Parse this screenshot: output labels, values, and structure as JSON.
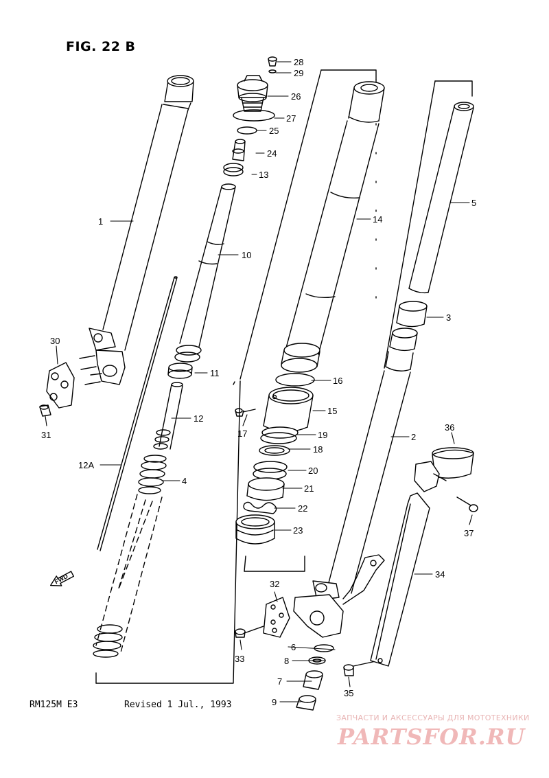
{
  "figure": {
    "title": "FIG. 22 B",
    "fwd_label": "FWD"
  },
  "callouts": [
    "1",
    "2",
    "3",
    "4",
    "5",
    "6",
    "7",
    "8",
    "9",
    "10",
    "11",
    "12",
    "12A",
    "13",
    "14",
    "15",
    "16",
    "17",
    "18",
    "19",
    "20",
    "21",
    "22",
    "23",
    "24",
    "25",
    "26",
    "27",
    "28",
    "29",
    "30",
    "31",
    "32",
    "33",
    "34",
    "35",
    "36",
    "37"
  ],
  "footer": {
    "model": "RM125M E3",
    "revised": "Revised 1 Jul., 1993"
  },
  "watermark": {
    "tagline": "ЗАПЧАСТИ И АКСЕССУАРЫ ДЛЯ МОТОТЕХНИКИ",
    "logo": "PARTSFOR.RU"
  }
}
